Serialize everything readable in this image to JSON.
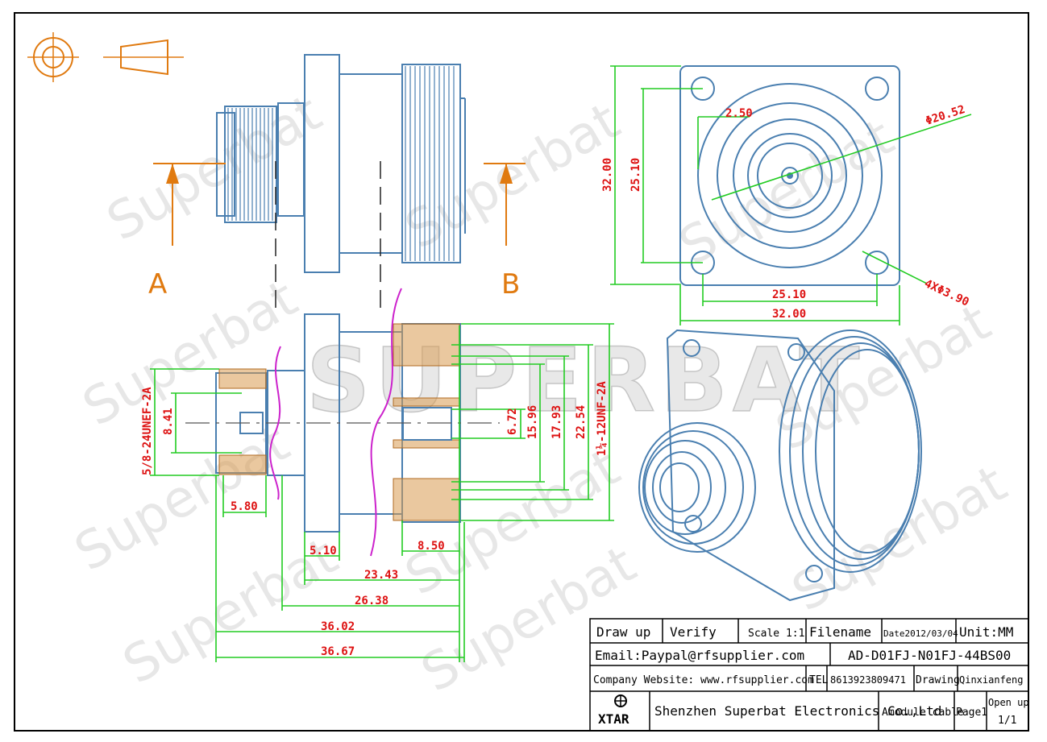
{
  "watermark": {
    "brand": "SUPERBAT",
    "repeat": "Superbat"
  },
  "section_labels": {
    "a": "A",
    "b": "B"
  },
  "dimensions": {
    "hole_offset": "2.50",
    "flange_diameter": "Φ20.52",
    "flange_height": "32.00",
    "hole_spacing_v": "25.10",
    "hole_spacing_h": "25.10",
    "flange_width": "32.00",
    "mount_holes": "4XΦ3.90",
    "left_thread": "5/8-24UNEF-2A",
    "left_pin": "8.41",
    "left_len": "5.80",
    "flange_thick": "5.10",
    "right_len": "8.50",
    "len_23": "23.43",
    "len_26": "26.38",
    "len_36a": "36.02",
    "len_36b": "36.67",
    "d_672": "6.72",
    "d_1596": "15.96",
    "d_1793": "17.93",
    "d_2254": "22.54",
    "right_thread": "1¼-12UNF-2A"
  },
  "title_block": {
    "draw_up": "Draw up",
    "verify": "Verify",
    "scale": "Scale 1:1",
    "filename": "Filename",
    "date": "Date2012/03/04",
    "unit": "Unit:MM",
    "email": "Email:Paypal@rfsupplier.com",
    "part_no": "AD-D01FJ-N01FJ-44BS00",
    "website": "Company Website:  www.rfsupplier.com",
    "tel_label": "TEL",
    "tel": "8613923809471",
    "drawing": "Drawing",
    "drawer": "Qinxianfeng",
    "logo": "XTAR",
    "company": "Shenzhen Superbat Electronics Co.,Ltd",
    "product": "Amodule cable",
    "page": "Page1",
    "open_up": "Open up",
    "sheet": "1/1"
  },
  "colors": {
    "part": "#4a7fb0",
    "dimension": "#22cc22",
    "dim_text": "#dd1111",
    "section": "#e07a10",
    "center": "#cc22cc"
  }
}
